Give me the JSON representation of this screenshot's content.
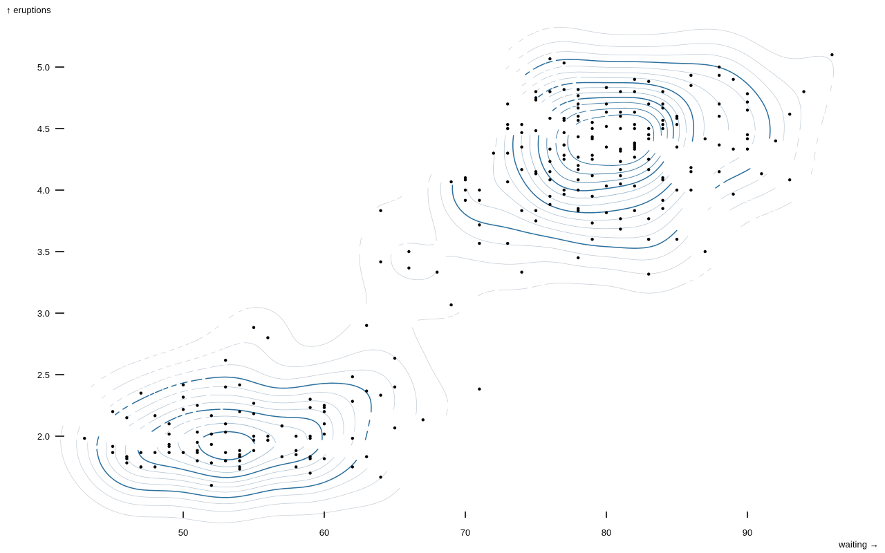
{
  "chart_data": {
    "type": "scatter",
    "title": "",
    "subtitle": "",
    "xlabel": "waiting →",
    "ylabel": "↑ eruptions",
    "grid": false,
    "legend": null,
    "xlim": [
      41.5,
      97.5
    ],
    "ylim": [
      1.5,
      5.25
    ],
    "x_ticks": [
      50,
      60,
      70,
      80,
      90
    ],
    "y_ticks": [
      "2.0",
      "2.5",
      "3.0",
      "3.5",
      "4.0",
      "4.5",
      "5.0"
    ],
    "y_tick_values": [
      2.0,
      2.5,
      3.0,
      3.5,
      4.0,
      4.5,
      5.0
    ],
    "marks": [
      {
        "name": "density-contours",
        "type": "contour",
        "levels": 14
      },
      {
        "name": "data-points",
        "type": "dot",
        "radius": 2.2,
        "fill": "#000000"
      }
    ],
    "colors": {
      "point": "#000000",
      "contour_low": "#cfd6dd",
      "contour_high": "#2b6f9e",
      "background": "#ffffff",
      "axis_text": "#000000"
    },
    "x": [
      79,
      54,
      74,
      62,
      85,
      55,
      88,
      85,
      51,
      85,
      54,
      84,
      78,
      47,
      83,
      52,
      62,
      84,
      52,
      79,
      51,
      47,
      78,
      69,
      74,
      83,
      55,
      76,
      78,
      79,
      73,
      77,
      66,
      80,
      74,
      52,
      48,
      80,
      59,
      90,
      80,
      58,
      84,
      58,
      73,
      83,
      64,
      53,
      82,
      59,
      75,
      90,
      54,
      80,
      54,
      83,
      71,
      64,
      77,
      81,
      59,
      84,
      48,
      82,
      60,
      92,
      78,
      78,
      65,
      73,
      82,
      56,
      79,
      71,
      62,
      76,
      60,
      78,
      76,
      83,
      75,
      82,
      70,
      65,
      73,
      88,
      76,
      80,
      48,
      86,
      60,
      90,
      50,
      78,
      63,
      72,
      84,
      75,
      51,
      82,
      62,
      88,
      49,
      83,
      81,
      47,
      84,
      52,
      86,
      81,
      75,
      59,
      89,
      79,
      59,
      81,
      50,
      85,
      59,
      87,
      53,
      69,
      77,
      56,
      88,
      81,
      45,
      82,
      55,
      90,
      45,
      83,
      56,
      89,
      46,
      82,
      51,
      86,
      53,
      79,
      81,
      60,
      82,
      77,
      76,
      59,
      80,
      49,
      96,
      53,
      77,
      77,
      65,
      81,
      71,
      70,
      81,
      93,
      53,
      89,
      45,
      86,
      58,
      78,
      66,
      76,
      63,
      88,
      52,
      93,
      49,
      57,
      77,
      68,
      81,
      81,
      73,
      50,
      85,
      74,
      55,
      77,
      83,
      83,
      51,
      78,
      84,
      46,
      83,
      55,
      81,
      57,
      76,
      84,
      77,
      81,
      87,
      77,
      51,
      78,
      60,
      82,
      91,
      53,
      78,
      46,
      77,
      84,
      49,
      83,
      71,
      80,
      49,
      75,
      64,
      76,
      53,
      94,
      55,
      76,
      50,
      82,
      54,
      75,
      78,
      79,
      78,
      78,
      70,
      79,
      70,
      54,
      86,
      50,
      90,
      54,
      54,
      77,
      79,
      64,
      75,
      47,
      86,
      63,
      85,
      82,
      57,
      82,
      67,
      74,
      54,
      83,
      73,
      73,
      88,
      80,
      71,
      83,
      56,
      79,
      78,
      84,
      58,
      83,
      43,
      60,
      75,
      81,
      46,
      90,
      46,
      74
    ],
    "y": [
      3.6,
      1.8,
      3.333,
      2.283,
      4.533,
      2.883,
      4.7,
      3.6,
      1.95,
      4.35,
      1.833,
      3.917,
      4.2,
      1.75,
      4.7,
      2.167,
      1.75,
      4.8,
      1.6,
      4.25,
      1.8,
      1.75,
      3.45,
      3.067,
      4.533,
      3.6,
      1.967,
      4.083,
      3.85,
      4.433,
      4.3,
      4.467,
      3.367,
      4.033,
      3.833,
      2.017,
      1.867,
      4.833,
      1.833,
      4.783,
      4.35,
      1.883,
      4.567,
      1.75,
      4.533,
      3.317,
      3.833,
      2.1,
      4.633,
      2.0,
      4.8,
      4.716,
      1.833,
      4.833,
      1.733,
      4.883,
      3.717,
      1.667,
      4.567,
      4.317,
      2.233,
      4.5,
      1.75,
      4.8,
      1.817,
      4.4,
      4.167,
      4.7,
      2.067,
      4.7,
      4.033,
      1.967,
      4.5,
      4.0,
      1.983,
      5.067,
      2.017,
      4.567,
      3.883,
      3.6,
      4.133,
      4.333,
      4.1,
      2.633,
      4.067,
      4.933,
      3.95,
      4.517,
      2.167,
      4.0,
      2.2,
      4.333,
      1.867,
      4.817,
      1.833,
      4.3,
      4.667,
      3.75,
      1.867,
      4.9,
      2.483,
      4.367,
      2.1,
      4.5,
      4.05,
      1.867,
      4.7,
      1.783,
      4.85,
      3.683,
      4.733,
      2.3,
      4.9,
      4.417,
      1.7,
      4.633,
      2.317,
      4.6,
      1.817,
      4.417,
      2.617,
      4.067,
      4.25,
      1.967,
      4.6,
      3.767,
      1.917,
      4.5,
      2.267,
      4.65,
      1.867,
      4.167,
      2.8,
      4.333,
      1.833,
      4.383,
      1.883,
      4.933,
      2.033,
      3.733,
      4.233,
      2.233,
      4.533,
      4.817,
      4.333,
      1.983,
      4.633,
      2.017,
      5.1,
      1.8,
      5.033,
      4.0,
      2.4,
      4.6,
      3.567,
      4.0,
      4.5,
      4.083,
      1.8,
      3.967,
      2.2,
      4.15,
      2.0,
      3.833,
      3.5,
      4.583,
      2.367,
      5.0,
      1.933,
      4.617,
      1.917,
      2.083,
      4.583,
      3.333,
      4.167,
      4.333,
      4.5,
      2.417,
      4.0,
      4.167,
      1.883,
      4.583,
      4.25,
      3.767,
      2.033,
      4.433,
      4.083,
      1.833,
      4.417,
      2.183,
      4.8,
      1.833,
      4.8,
      4.1,
      3.966,
      4.233,
      3.5,
      4.366,
      2.25,
      4.667,
      2.1,
      4.35,
      4.133,
      1.867,
      4.6,
      1.783,
      4.367,
      3.85,
      1.933,
      4.5,
      2.383,
      4.7,
      1.867,
      3.833,
      3.417,
      4.233,
      2.4,
      4.8,
      2.0,
      4.15,
      1.867,
      4.267,
      1.75,
      4.483,
      4.0,
      4.117,
      4.083,
      4.267,
      3.917,
      4.55,
      4.083,
      2.417,
      4.183,
      2.217,
      4.45,
      1.883,
      1.85,
      4.283,
      3.95,
      2.333,
      4.15,
      2.35,
      4.933,
      2.9,
      4.583,
      3.833,
      2.083,
      4.367,
      2.133,
      4.35,
      2.2,
      4.45,
      3.567,
      4.5,
      4.15,
      3.817,
      3.917,
      4.45,
      2.0,
      4.283,
      4.767,
      4.533,
      1.85,
      4.25,
      1.983,
      2.25,
      4.75,
      4.117,
      2.15,
      4.417,
      1.817,
      4.467
    ]
  }
}
